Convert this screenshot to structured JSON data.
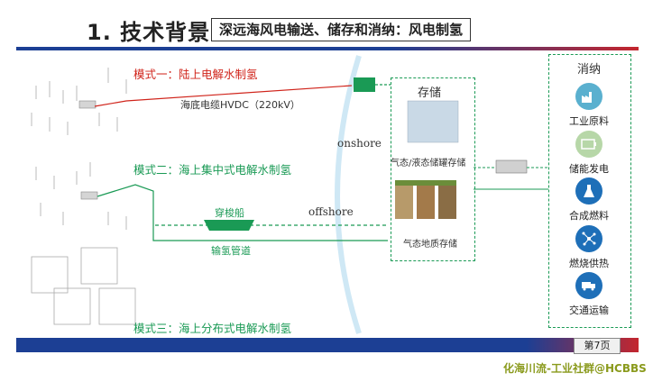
{
  "header": {
    "title": "1. 技术背景",
    "subtitle": "深远海风电输送、储存和消纳：风电制氢"
  },
  "modes": {
    "mode1": "模式一：陆上电解水制氢",
    "mode2": "模式二：海上集中式电解水制氢",
    "mode3": "模式三：海上分布式电解水制氢"
  },
  "labels": {
    "hvdc": "海底电缆HVDC（220kV）",
    "ship": "穿梭船",
    "pipeline": "输氢管道",
    "onshore": "onshore",
    "offshore": "offshore"
  },
  "storage": {
    "title": "存储",
    "gas_liquid": "气态/液态储罐存储",
    "geological": "气态地质存储"
  },
  "consumption": {
    "title": "消纳",
    "items": [
      {
        "label": "工业原料",
        "icon": "factory-icon",
        "color": "#5ab0cf"
      },
      {
        "label": "储能发电",
        "icon": "battery-icon",
        "color": "#b7d7a8"
      },
      {
        "label": "合成燃料",
        "icon": "flask-icon",
        "color": "#1e6fb8"
      },
      {
        "label": "燃烧供热",
        "icon": "network-icon",
        "color": "#1e6fb8"
      },
      {
        "label": "交通运输",
        "icon": "truck-icon",
        "color": "#1e6fb8"
      }
    ]
  },
  "footer": {
    "page": "第7页",
    "watermark": "化海川流-工业社群@HCBBS"
  }
}
